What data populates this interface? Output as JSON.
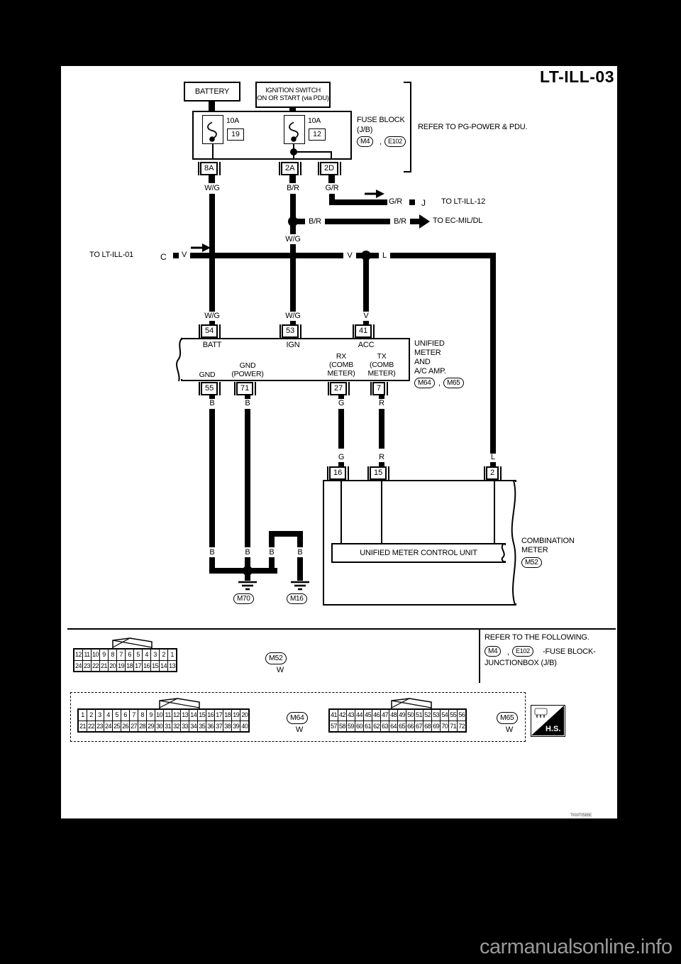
{
  "page": {
    "title": "LT-ILL-03",
    "figure_code": "TKWT0585E",
    "watermark": "carmanualsonline.info"
  },
  "colors": {
    "line": "#000000",
    "paper": "#ffffff",
    "background": "#000000",
    "watermark": "#9a9a9a"
  },
  "wl": {
    "wg": "W/G",
    "br": "B/R",
    "gr": "G/R",
    "v": "V",
    "l": "L",
    "b": "B",
    "g": "G",
    "r": "R"
  },
  "top": {
    "battery": "BATTERY",
    "ignition1": "IGNITION SWITCH",
    "ignition2": "ON OR START (via PDU)",
    "fuse_block1": "FUSE BLOCK",
    "fuse_block2": "(J/B)",
    "conn_m4": "M4",
    "comma": ",",
    "conn_e102": "E102",
    "refer": "REFER TO PG-POWER & PDU.",
    "fuse1_rating": "10A",
    "fuse1_num": "19",
    "fuse2_rating": "10A",
    "fuse2_num": "12",
    "out1": "8A",
    "out2": "2A",
    "out3": "2D"
  },
  "links": {
    "ltill12_text": "TO LT-ILL-12",
    "ltill12_conn": "J",
    "ecmil_text": "TO EC-MIL/DL",
    "ltill01_text": "TO LT-ILL-01",
    "ltill01_conn": "C"
  },
  "meter": {
    "pin54": "54",
    "pin53": "53",
    "pin41": "41",
    "batt": "BATT",
    "ign": "IGN",
    "acc": "ACC",
    "pin55": "55",
    "pin71": "71",
    "pin27": "27",
    "pin7": "7",
    "gnd": "GND",
    "gnd_power1": "GND",
    "gnd_power2": "(POWER)",
    "rx1": "RX",
    "rx2": "(COMB",
    "rx3": "METER)",
    "tx1": "TX",
    "tx2": "(COMB",
    "tx3": "METER)",
    "name1": "UNIFIED",
    "name2": "METER",
    "name3": "AND",
    "name4": "A/C AMP.",
    "conn1": "M64",
    "conn2": "M65",
    "comma": ","
  },
  "comb": {
    "pin16": "16",
    "pin15": "15",
    "pin2": "2",
    "inner": "UNIFIED METER CONTROL UNIT",
    "name1": "COMBINATION",
    "name2": "METER",
    "conn": "M52"
  },
  "ground": {
    "g1": "M70",
    "g2": "M16"
  },
  "footer": {
    "refer1": "REFER TO THE FOLLOWING.",
    "m4": "M4",
    "comma": ",",
    "e102": "E102",
    "refer2": "-FUSE BLOCK-",
    "refer3": "JUNCTIONBOX (J/B)",
    "m52_label": "M52",
    "m52_color": "W",
    "m64_label": "M64",
    "m64_color": "W",
    "m65_label": "M65",
    "m65_color": "W",
    "hs": "H.S.",
    "m52_rows": [
      [
        "12",
        "11",
        "10",
        "9",
        "8",
        "7",
        "6",
        "5",
        "4",
        "3",
        "2",
        "1"
      ],
      [
        "24",
        "23",
        "22",
        "21",
        "20",
        "19",
        "18",
        "17",
        "16",
        "15",
        "14",
        "13"
      ]
    ],
    "m64_rows": [
      [
        "1",
        "2",
        "3",
        "4",
        "5",
        "6",
        "7",
        "8",
        "9",
        "10",
        "11",
        "12",
        "13",
        "14",
        "15",
        "16",
        "17",
        "18",
        "19",
        "20"
      ],
      [
        "21",
        "22",
        "23",
        "24",
        "25",
        "26",
        "27",
        "28",
        "29",
        "30",
        "31",
        "32",
        "33",
        "34",
        "35",
        "36",
        "37",
        "38",
        "39",
        "40"
      ]
    ],
    "m65_rows": [
      [
        "41",
        "42",
        "43",
        "44",
        "45",
        "46",
        "47",
        "48",
        "49",
        "50",
        "51",
        "52",
        "53",
        "54",
        "55",
        "56"
      ],
      [
        "57",
        "58",
        "59",
        "60",
        "61",
        "62",
        "63",
        "64",
        "65",
        "66",
        "67",
        "68",
        "69",
        "70",
        "71",
        "72"
      ]
    ]
  }
}
